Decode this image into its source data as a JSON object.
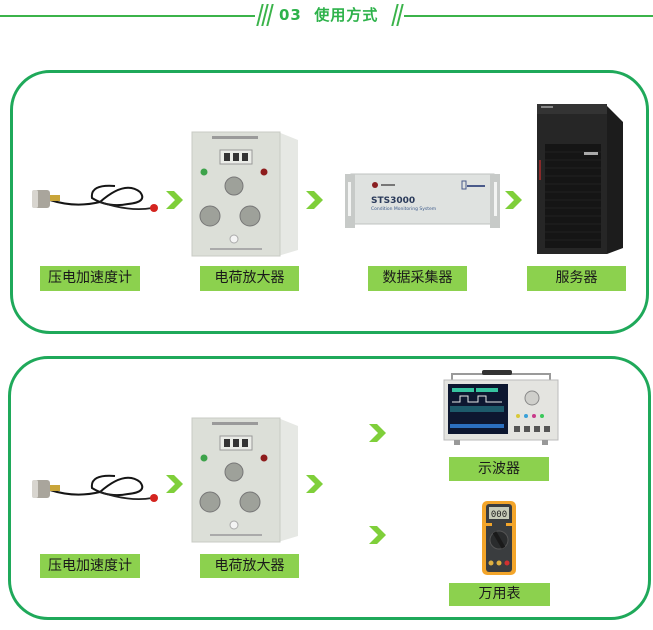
{
  "header": {
    "number": "03",
    "title": "使用方式"
  },
  "colors": {
    "accent_green": "#2db24a",
    "panel_border": "#1fa95a",
    "label_bg": "#8cd14e",
    "arrow": "#7fcf3a"
  },
  "flow_1": {
    "items": [
      {
        "label": "压电加速度计",
        "icon": "accelerometer-icon"
      },
      {
        "label": "电荷放大器",
        "icon": "charge-amplifier-icon"
      },
      {
        "label": "数据采集器",
        "icon": "data-acquisition-icon"
      },
      {
        "label": "服务器",
        "icon": "server-icon"
      }
    ],
    "daq_device": {
      "model": "STS3000",
      "subtitle": "Condition Monitoring System"
    }
  },
  "flow_2": {
    "items": [
      {
        "label": "压电加速度计",
        "icon": "accelerometer-icon"
      },
      {
        "label": "电荷放大器",
        "icon": "charge-amplifier-icon"
      },
      {
        "label": "示波器",
        "icon": "oscilloscope-icon"
      },
      {
        "label": "万用表",
        "icon": "multimeter-icon"
      }
    ]
  }
}
